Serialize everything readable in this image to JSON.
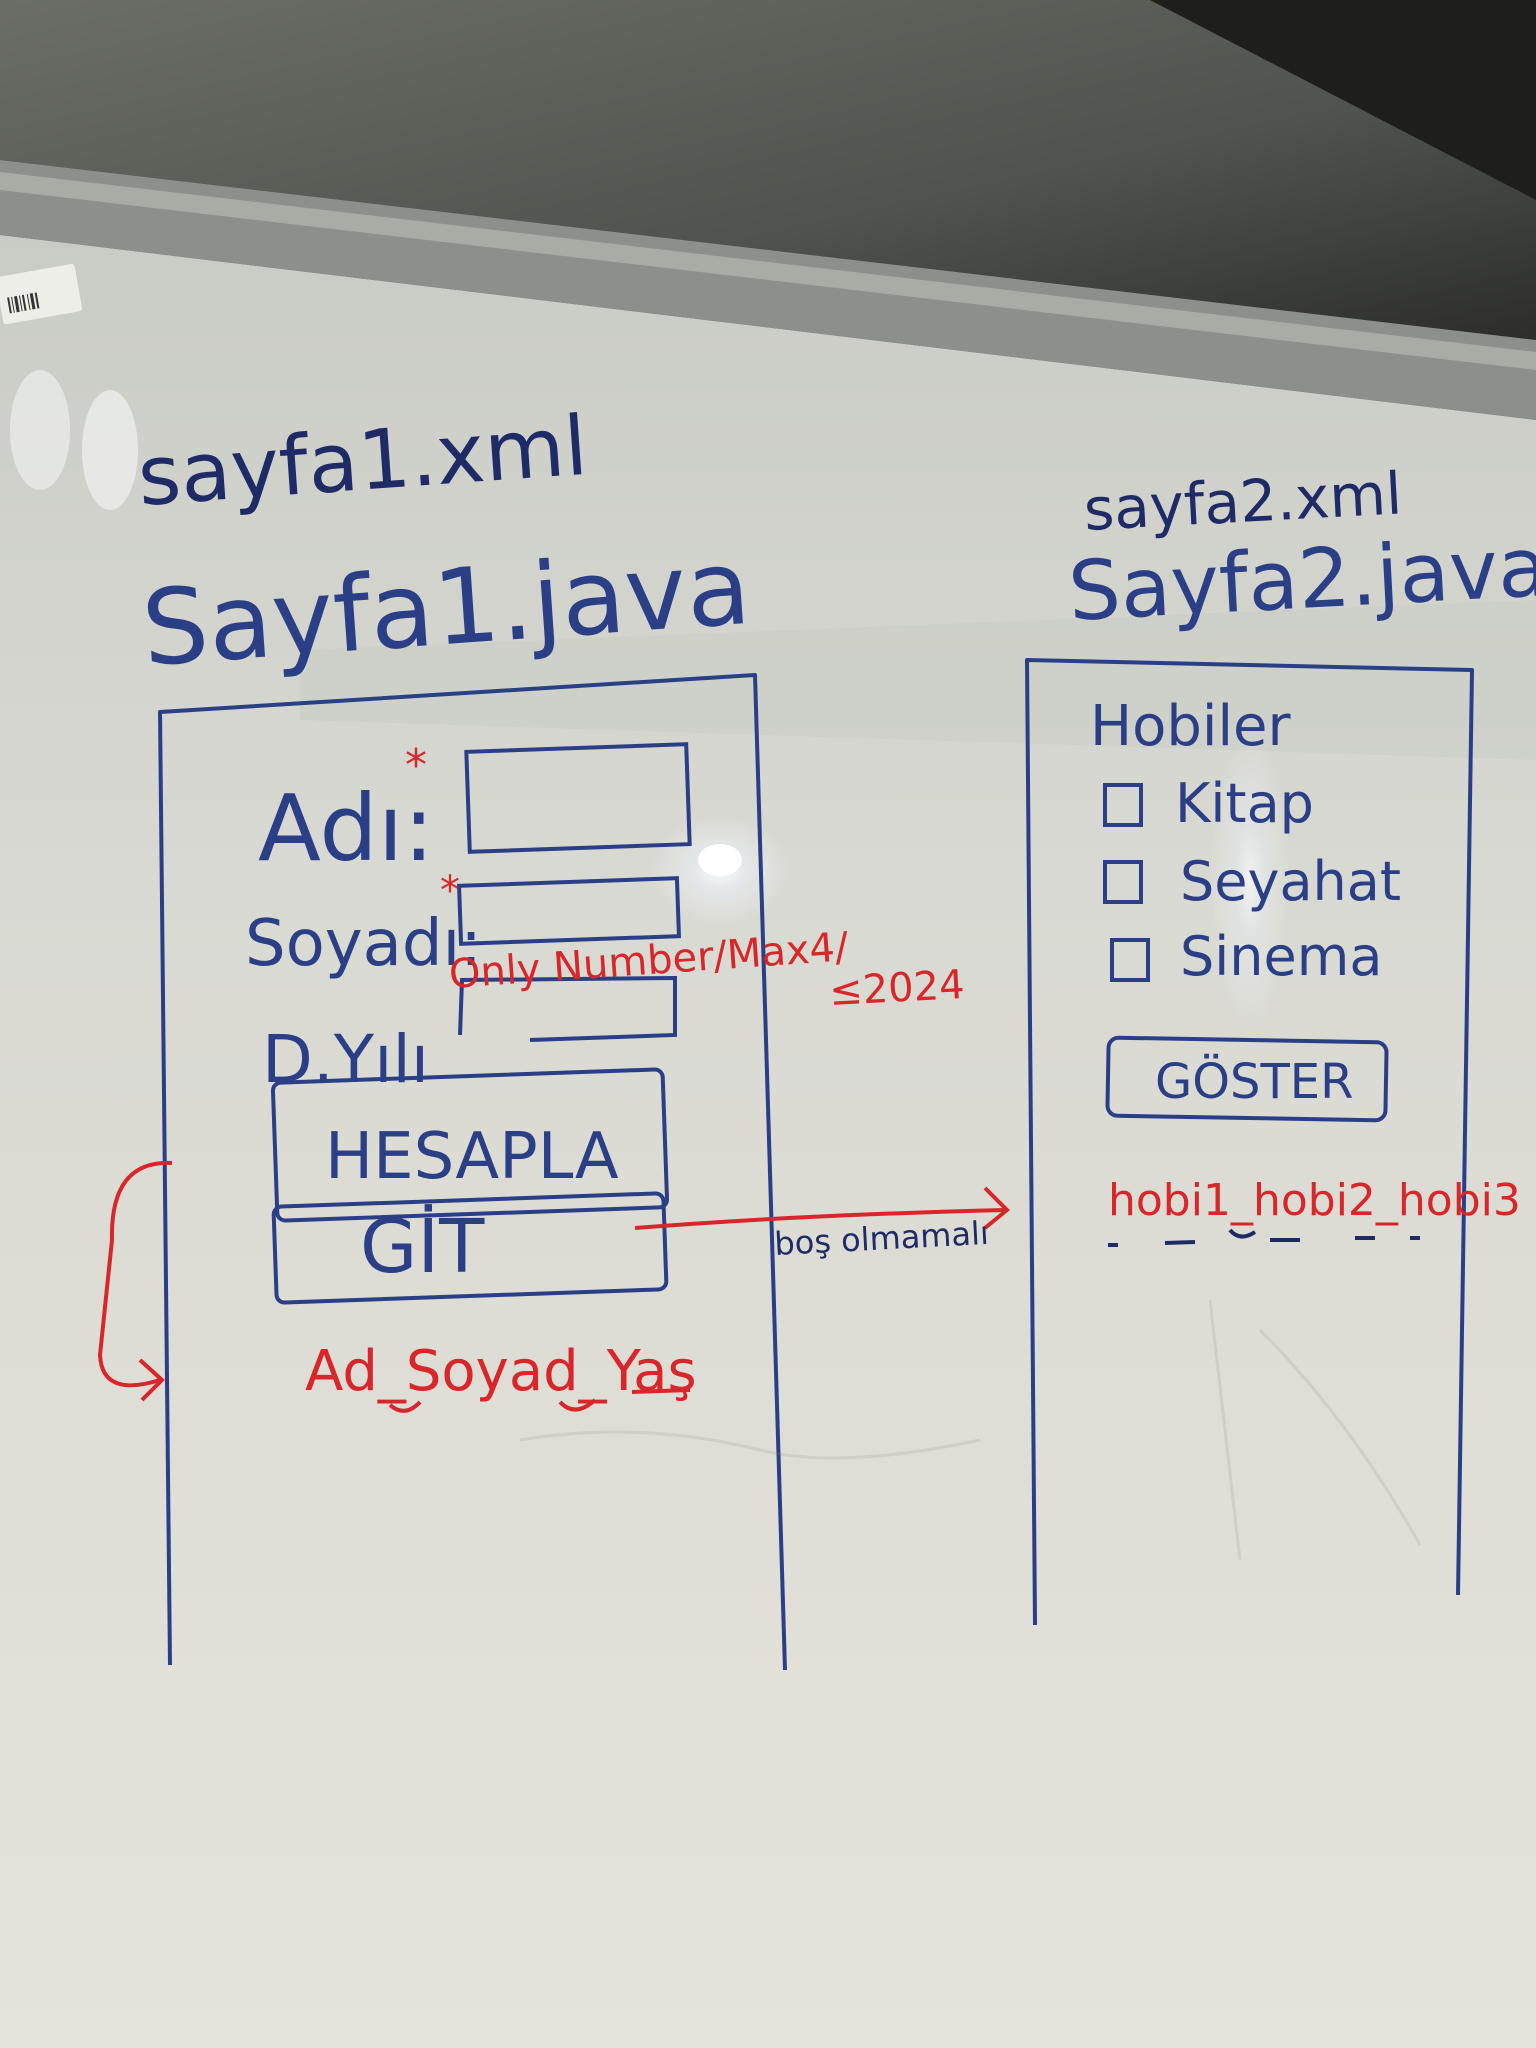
{
  "header": {
    "left_xml": "sayfa1.xml",
    "left_java": "Sayfa1.java",
    "right_xml": "sayfa2.xml",
    "right_java": "Sayfa2.java"
  },
  "page1": {
    "name_label": "Adı:",
    "surname_label": "Soyadı:",
    "year_label": "D.Yılı",
    "year_note": "Only Number/Max4/",
    "year_note2": "≤2024",
    "calc_button": "HESAPLA",
    "go_button": "GİT",
    "empty_note": "boş olmamalı",
    "output_text": "Ad_Soyad_Yaş"
  },
  "page2": {
    "title": "Hobiler",
    "hobbies": [
      "Kitap",
      "Seyahat",
      "Sinema"
    ],
    "show_button": "GÖSTER",
    "output_text": "hobi1_hobi2_hobi3"
  },
  "colors": {
    "board": "#dcdcd5",
    "marker_blue": "#2a3f86",
    "marker_red": "#d8262a",
    "wall": "#5a5d56"
  }
}
